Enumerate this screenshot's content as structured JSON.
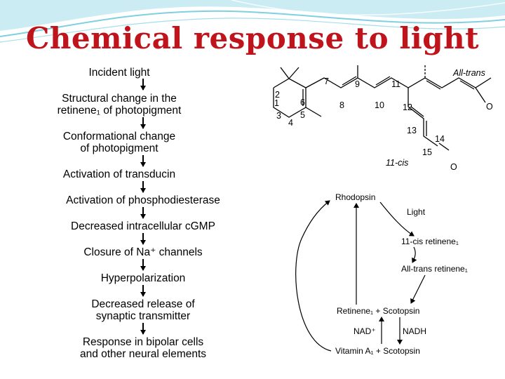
{
  "slide": {
    "title": "Chemical response to light"
  },
  "flow_steps": [
    {
      "lines": [
        "Incident light"
      ]
    },
    {
      "lines": [
        "Structural change in the",
        "retinene₁ of photopigment"
      ]
    },
    {
      "lines": [
        "Conformational change",
        "of photopigment"
      ]
    },
    {
      "lines": [
        "Activation of transducin"
      ]
    },
    {
      "lines": [
        "Activation of phosphodiesterase"
      ]
    },
    {
      "lines": [
        "Decreased intracellular cGMP"
      ]
    },
    {
      "lines": [
        "Closure of Na⁺ channels"
      ]
    },
    {
      "lines": [
        "Hyperpolarization"
      ]
    },
    {
      "lines": [
        "Decreased release of",
        "synaptic transmitter"
      ]
    },
    {
      "lines": [
        "Response in bipolar cells",
        "and other neural elements"
      ]
    }
  ],
  "structure": {
    "label_all_trans": "All-trans",
    "label_11_cis": "11-cis",
    "oxygen": "O",
    "numbers": [
      "1",
      "2",
      "3",
      "4",
      "5",
      "6",
      "7",
      "8",
      "9",
      "10",
      "11",
      "12",
      "13",
      "14",
      "15"
    ]
  },
  "cycle": {
    "rhodopsin": "Rhodopsin",
    "light": "Light",
    "cis_retinene": "11-cis retinene₁",
    "trans_retinene": "All-trans retinene₁",
    "retinene_scotopsin": "Retinene₁  +  Scotopsin",
    "nad_plus": "NAD⁺",
    "nadh": "NADH",
    "vitamin_scotopsin": "Vitamin A₁  +  Scotopsin"
  },
  "colors": {
    "title": "#c0141c",
    "deco_teal": "#7fd0e0"
  }
}
